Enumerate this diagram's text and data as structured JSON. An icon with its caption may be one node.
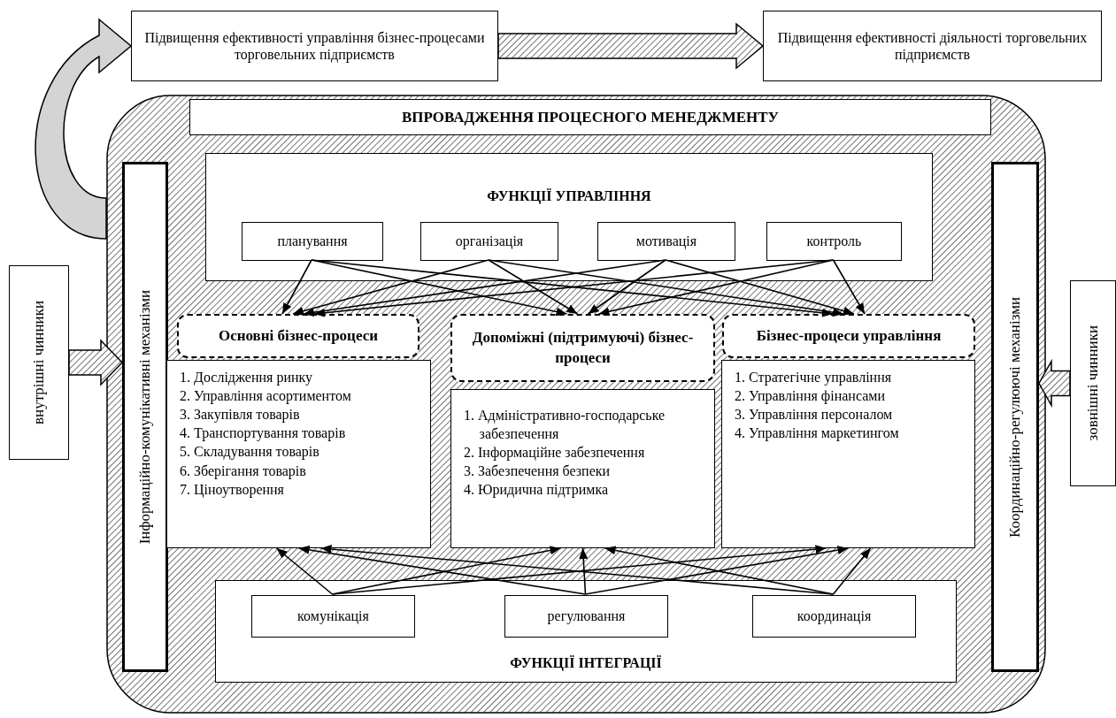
{
  "diagram": {
    "nodes": [
      {
        "text": [
          "Підвищення ефективності управління бізнес-процесами торговельних підприємств"
        ]
      },
      {
        "text": [
          "Підвищення ефективності діяльності торговельних підприємств"
        ]
      },
      {
        "text": [
          "ВПРОВАДЖЕННЯ ПРОЦЕСНОГО МЕНЕДЖМЕНТУ"
        ]
      },
      {
        "text": [
          "Інформаційно-комунікативні механізми"
        ],
        "in": 2
      },
      {
        "text": [
          "ФУНКЦІЇ УПРАВЛІННЯ"
        ],
        "in": 2
      },
      {
        "text": [
          "планування"
        ],
        "in": 4
      },
      {
        "text": [
          "організація"
        ],
        "in": 4
      },
      {
        "text": [
          "мотивація"
        ],
        "in": 4
      },
      {
        "text": [
          "контроль"
        ],
        "in": 4
      },
      {
        "text": [
          "Основні бізнес-процеси"
        ],
        "in": 2
      },
      {
        "text": [
          "Допоміжні (підтримуючі) бізнес-процеси"
        ],
        "in": 2
      },
      {
        "text": [
          "Бізнес-процеси управління"
        ],
        "in": 2
      },
      {
        "text": [
          "1. Дослідження ринку",
          "2. Управління асортиментом",
          "3. Закупівля товарів",
          "4. Транспортування товарів",
          "5. Складування товарів",
          "6. Зберігання товарів",
          "7. Ціноутворення"
        ],
        "in": 2
      },
      {
        "text": [
          "1. Адміністративно-господарське забезпечення",
          "2. Інформаційне забезпечення",
          "3. Забезпечення безпеки",
          "4. Юридична підтримка"
        ],
        "in": 2
      },
      {
        "text": [
          "1. Стратегічне управління",
          "2. Управління фінансами",
          "3. Управління персоналом",
          "4. Управління маркетингом"
        ],
        "in": 2
      },
      {
        "text": [
          "ФУНКЦІЇ ІНТЕГРАЦІЇ"
        ],
        "in": 2
      },
      {
        "text": [
          "комунікація"
        ],
        "in": 15
      },
      {
        "text": [
          "регулювання"
        ],
        "in": 15
      },
      {
        "text": [
          "координація"
        ],
        "in": 15
      },
      {
        "text": [
          "Координаційно-регулюючі механізми"
        ],
        "in": 2
      },
      {
        "text": [
          "внутрішні чинники"
        ]
      },
      {
        "text": [
          "зовнішні чинники"
        ]
      }
    ],
    "edges": [
      {
        "from": 2,
        "to": 0,
        "arrow": "to",
        "style": "thick"
      },
      {
        "from": 0,
        "to": 1,
        "arrow": "to",
        "style": "thick"
      },
      {
        "from": 20,
        "to": 3,
        "arrow": "to",
        "style": "thick"
      },
      {
        "from": 21,
        "to": 19,
        "arrow": "to",
        "style": "thick"
      },
      {
        "from": 5,
        "to": 9,
        "arrow": "to"
      },
      {
        "from": 5,
        "to": 10,
        "arrow": "to"
      },
      {
        "from": 5,
        "to": 11,
        "arrow": "to"
      },
      {
        "from": 6,
        "to": 9,
        "arrow": "to"
      },
      {
        "from": 6,
        "to": 10,
        "arrow": "to"
      },
      {
        "from": 6,
        "to": 11,
        "arrow": "to"
      },
      {
        "from": 7,
        "to": 9,
        "arrow": "to"
      },
      {
        "from": 7,
        "to": 10,
        "arrow": "to"
      },
      {
        "from": 7,
        "to": 11,
        "arrow": "to"
      },
      {
        "from": 8,
        "to": 9,
        "arrow": "to"
      },
      {
        "from": 8,
        "to": 10,
        "arrow": "to"
      },
      {
        "from": 8,
        "to": 11,
        "arrow": "to"
      },
      {
        "from": 16,
        "to": 12,
        "arrow": "to"
      },
      {
        "from": 16,
        "to": 13,
        "arrow": "to"
      },
      {
        "from": 16,
        "to": 14,
        "arrow": "to"
      },
      {
        "from": 17,
        "to": 12,
        "arrow": "to"
      },
      {
        "from": 17,
        "to": 13,
        "arrow": "to"
      },
      {
        "from": 17,
        "to": 14,
        "arrow": "to"
      },
      {
        "from": 18,
        "to": 12,
        "arrow": "to"
      },
      {
        "from": 18,
        "to": 13,
        "arrow": "to"
      },
      {
        "from": 18,
        "to": 14,
        "arrow": "to"
      }
    ]
  }
}
